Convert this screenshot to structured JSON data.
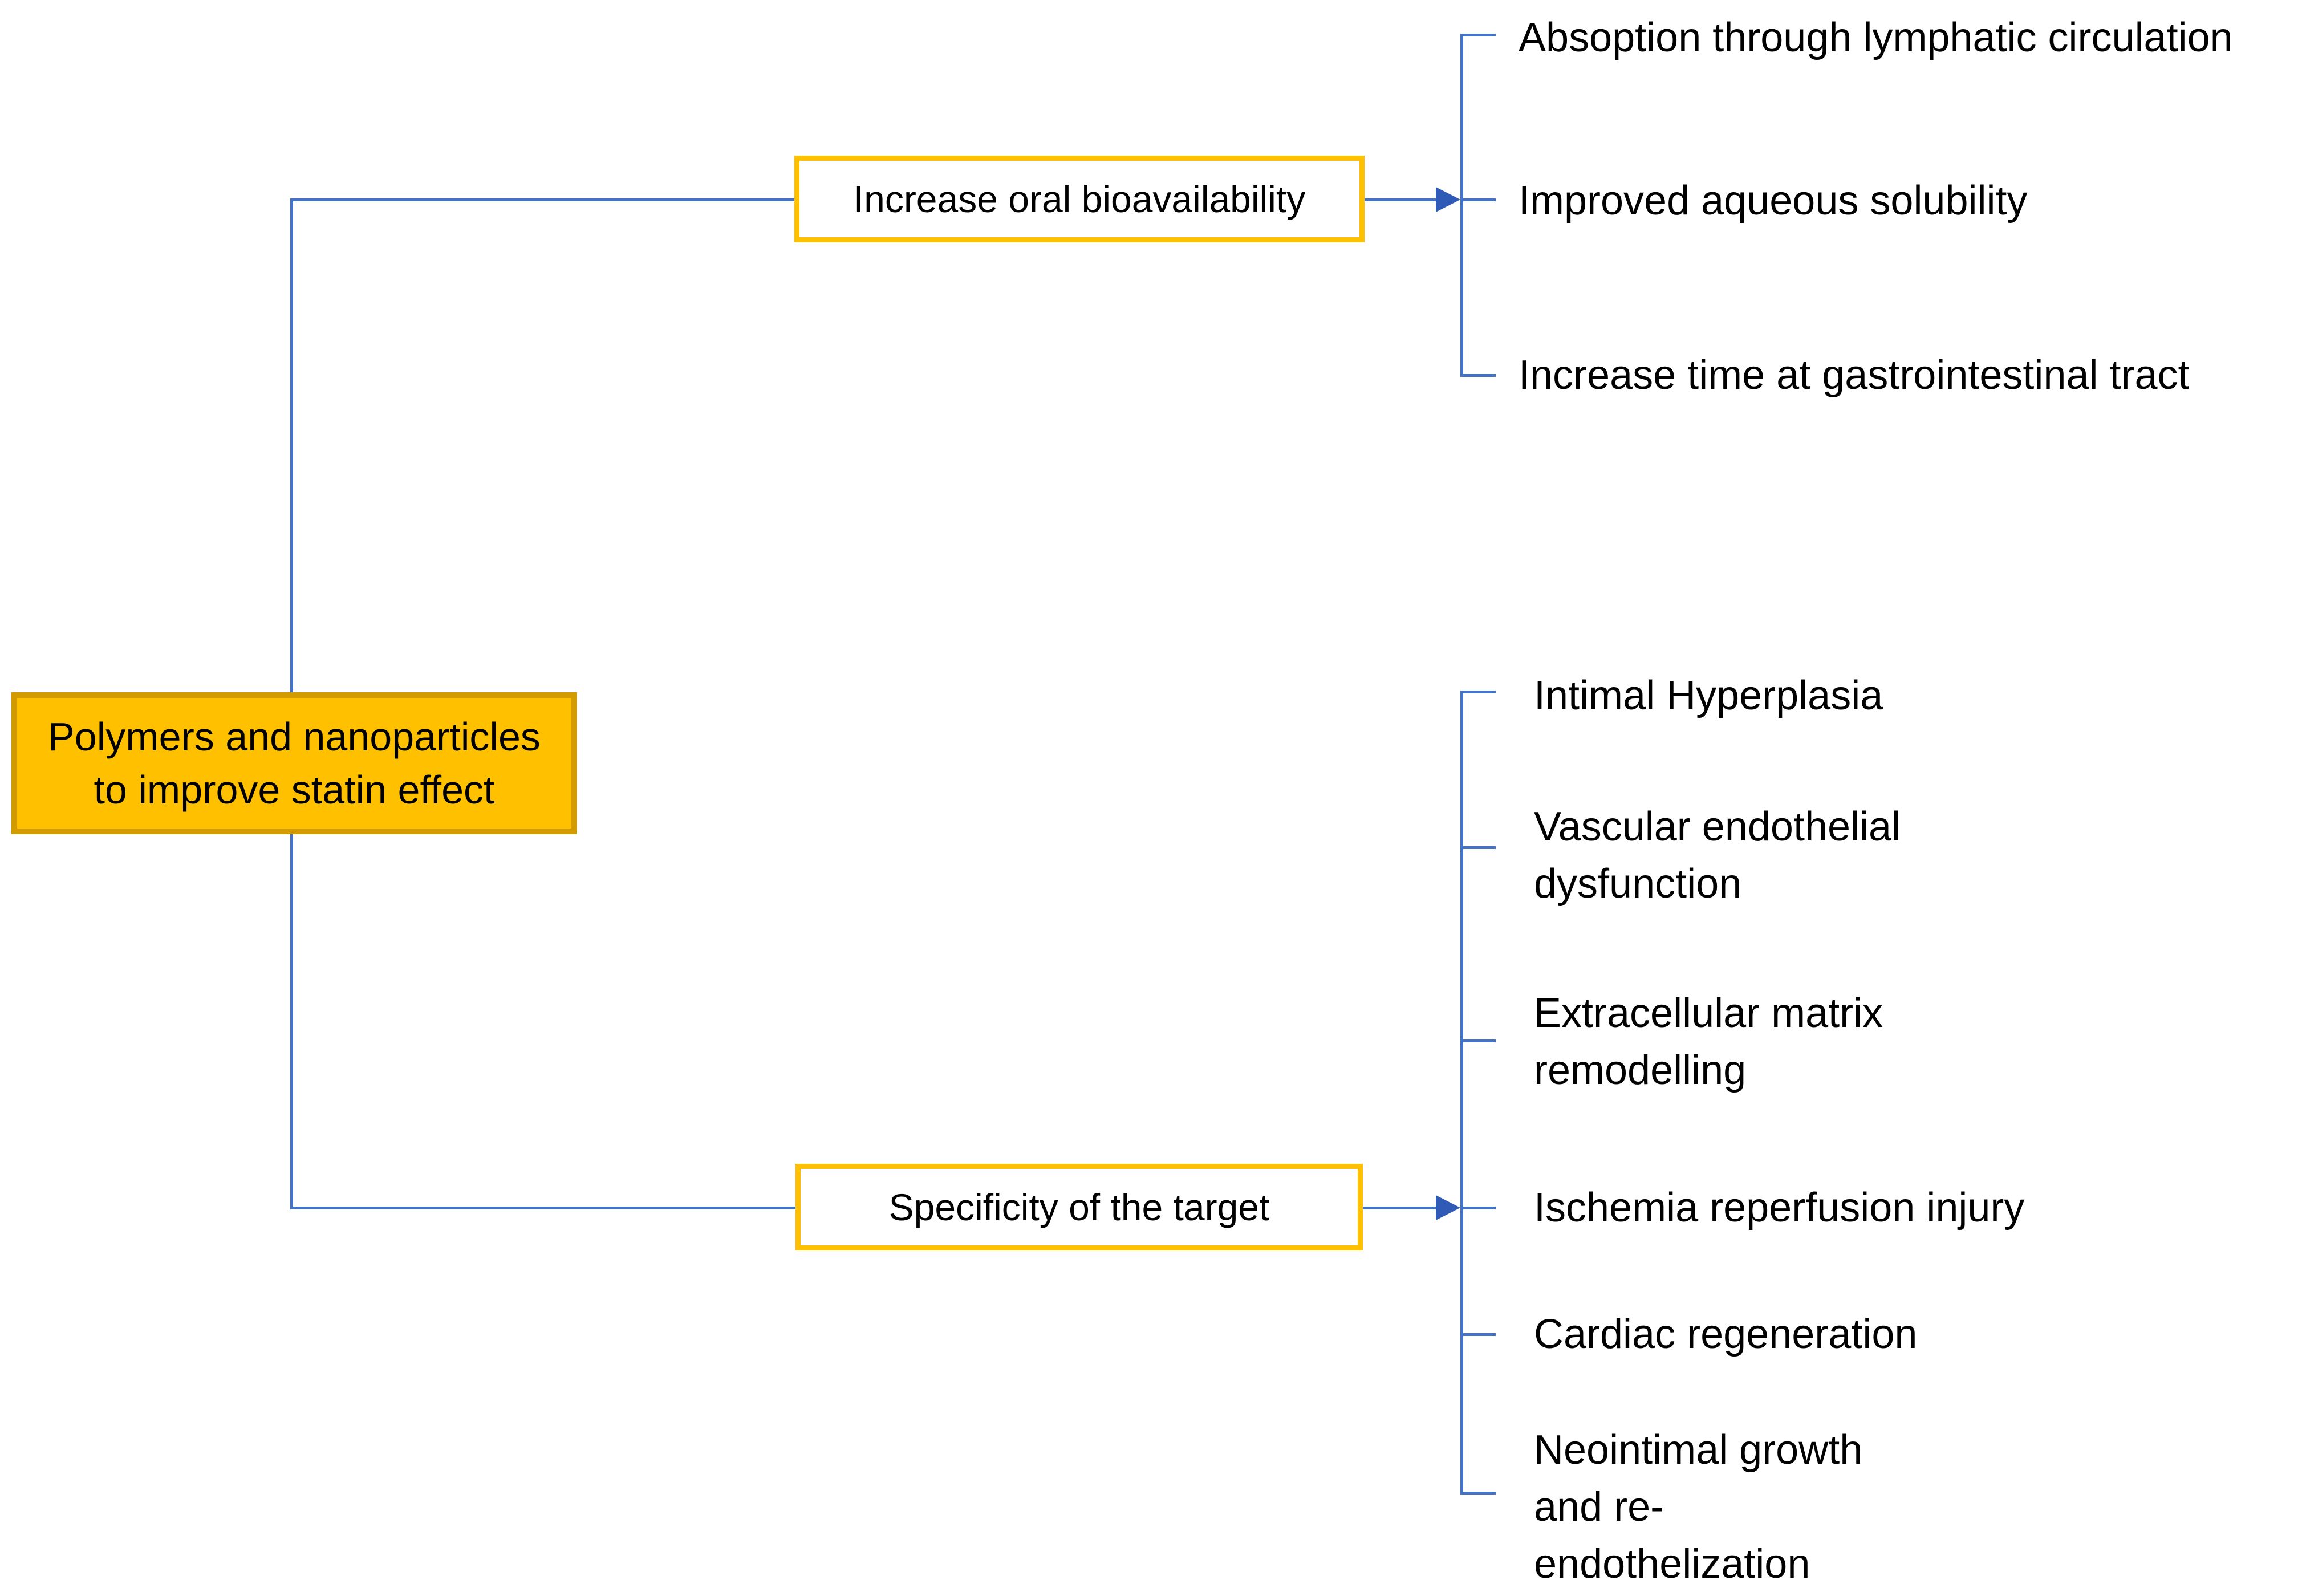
{
  "root_node": {
    "label": "Polymers and nanoparticles to improve statin effect",
    "label_lines": [
      "Polymers and nanoparticles",
      "to improve statin effect"
    ]
  },
  "branches": [
    {
      "label": "Increase oral bioavailability",
      "items": [
        "Absoption through lymphatic circulation",
        "Improved aqueous solubility",
        "Increase time at gastrointestinal tract"
      ]
    },
    {
      "label": "Specificity of the target",
      "items": [
        "Intimal Hyperplasia",
        "Vascular endothelial dysfunction",
        "Extracellular matrix remodelling",
        "Ischemia reperfusion injury",
        "Cardiac regeneration",
        "Neointimal growth and re-endothelization"
      ]
    }
  ],
  "colors": {
    "root_fill": "#FFC000",
    "root_border": "#D29B00",
    "branch_border": "#FFC000",
    "connector_line": "#4472C4",
    "arrowhead": "#2F5BB7",
    "text": "#000000",
    "background": "#FFFFFF"
  }
}
